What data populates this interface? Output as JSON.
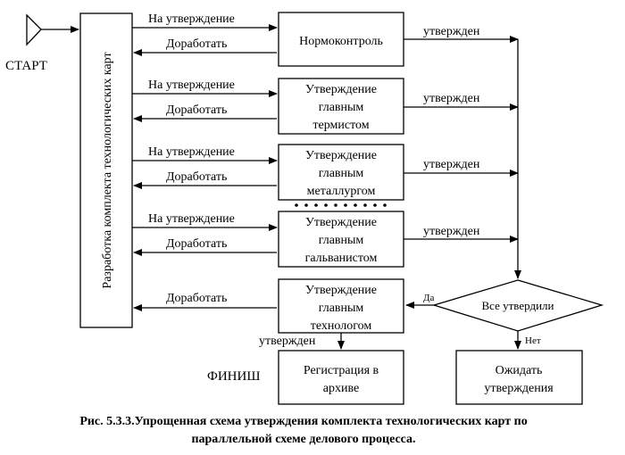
{
  "start_label": "СТАРТ",
  "finish_label": "ФИНИШ",
  "dev_box": "Разработка комплекта технологических карт",
  "arrows": {
    "to_approve": "На утверждение",
    "rework": "Доработать",
    "approved": "утвержден"
  },
  "boxes": {
    "norm": [
      "Нормоконтроль"
    ],
    "therm": [
      "Утверждение",
      "главным",
      "термистом"
    ],
    "metal": [
      "Утверждение",
      "главным",
      "металлургом"
    ],
    "galv": [
      "Утверждение",
      "главным",
      "гальванистом"
    ],
    "tech": [
      "Утверждение",
      "главным",
      "технологом"
    ],
    "reg": [
      "Регистрация в",
      "архиве"
    ],
    "wait": [
      "Ожидать",
      "утверждения"
    ]
  },
  "decision": {
    "label": "Все утвердили",
    "yes": "Да",
    "no": "Нет"
  },
  "caption": [
    "Рис.  5.3.3.Упрощенная схема утверждения комплекта технологических карт по",
    "параллельной схеме делового процесса."
  ]
}
